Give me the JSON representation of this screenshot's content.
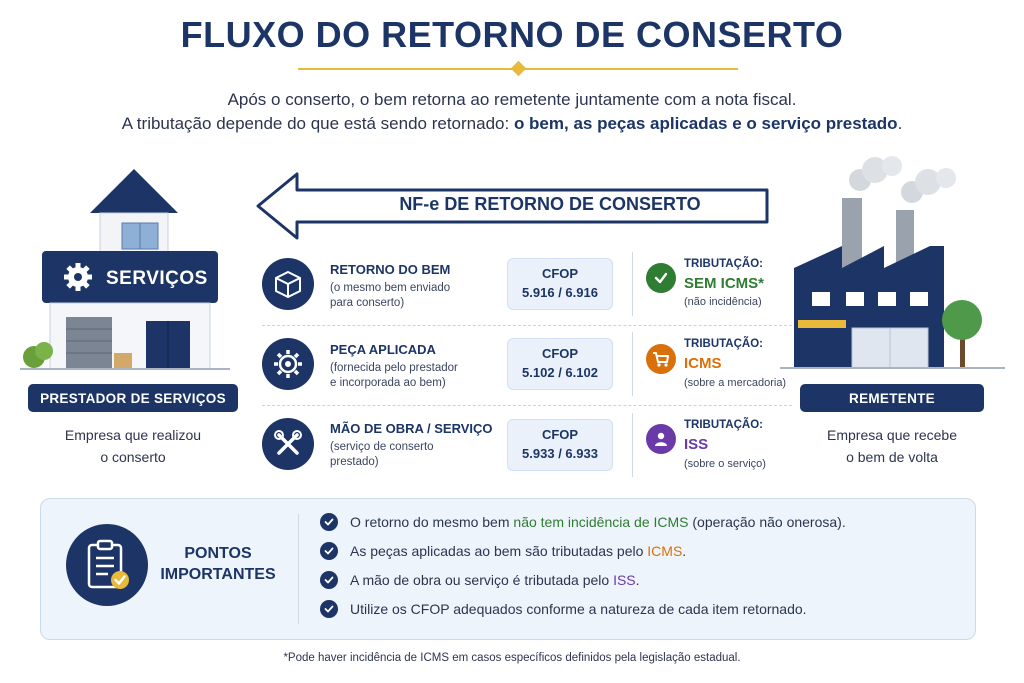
{
  "header": {
    "title": "FLUXO DO RETORNO DE CONSERTO",
    "intro_line1": "Após o conserto, o bem retorna ao remetente juntamente com a nota fiscal.",
    "intro_line2_start": "A tributação depende do que está sendo retornado: ",
    "intro_line2_bold": "o bem, as peças aplicadas e o serviço prestado",
    "intro_line2_end": "."
  },
  "arrow": {
    "label": "NF-e DE RETORNO DE CONSERTO"
  },
  "left_party": {
    "sign": "SERVIÇOS",
    "caption_bar": "PRESTADOR DE SERVIÇOS",
    "caption_line1": "Empresa que realizou",
    "caption_line2": "o conserto"
  },
  "right_party": {
    "caption_bar": "REMETENTE",
    "caption_line1": "Empresa que recebe",
    "caption_line2": "o bem de volta"
  },
  "rows": [
    {
      "icon": "box-icon",
      "title": "RETORNO DO BEM",
      "desc1": "(o mesmo bem enviado",
      "desc2": "para conserto)",
      "cfop_label": "CFOP",
      "cfop_value": "5.916 / 6.916",
      "tax_icon": "check-icon",
      "tax_label": "TRIBUTAÇÃO:",
      "tax_value": "SEM ICMS*",
      "tax_note": "(não incidência)",
      "tax_color": "#2e7d32"
    },
    {
      "icon": "gear-icon",
      "title": "PEÇA APLICADA",
      "desc1": "(fornecida pelo prestador",
      "desc2": "e incorporada ao bem)",
      "cfop_label": "CFOP",
      "cfop_value": "5.102 / 6.102",
      "tax_icon": "cart-icon",
      "tax_label": "TRIBUTAÇÃO:",
      "tax_value": "ICMS",
      "tax_note": "(sobre a mercadoria)",
      "tax_color": "#d9700a"
    },
    {
      "icon": "tools-icon",
      "title": "MÃO DE OBRA / SERVIÇO",
      "desc1": "(serviço de conserto",
      "desc2": "prestado)",
      "cfop_label": "CFOP",
      "cfop_value": "5.933 / 6.933",
      "tax_icon": "person-icon",
      "tax_label": "TRIBUTAÇÃO:",
      "tax_value": "ISS",
      "tax_note": "(sobre o serviço)",
      "tax_color": "#6a3aa8"
    }
  ],
  "notes": {
    "heading_line1": "PONTOS",
    "heading_line2": "IMPORTANTES",
    "items": [
      {
        "pre": "O retorno do mesmo bem ",
        "hl": "não tem incidência de ICMS",
        "post": " (operação não onerosa)."
      },
      {
        "pre": "As peças aplicadas ao bem são tributadas pelo ",
        "hl": "ICMS",
        "post": "."
      },
      {
        "pre": "A mão de obra ou serviço é tributada pelo ",
        "hl": "ISS",
        "post": "."
      },
      {
        "pre": "Utilize os CFOP adequados conforme a natureza de cada item retornado.",
        "hl": "",
        "post": ""
      }
    ]
  },
  "footnote": "*Pode haver incidência de ICMS em casos específicos definidos pela legislação estadual.",
  "colors": {
    "navy": "#1c3566",
    "gold": "#e8b93a",
    "green": "#2e7d32",
    "orange": "#d9700a",
    "purple": "#6a3aa8"
  }
}
